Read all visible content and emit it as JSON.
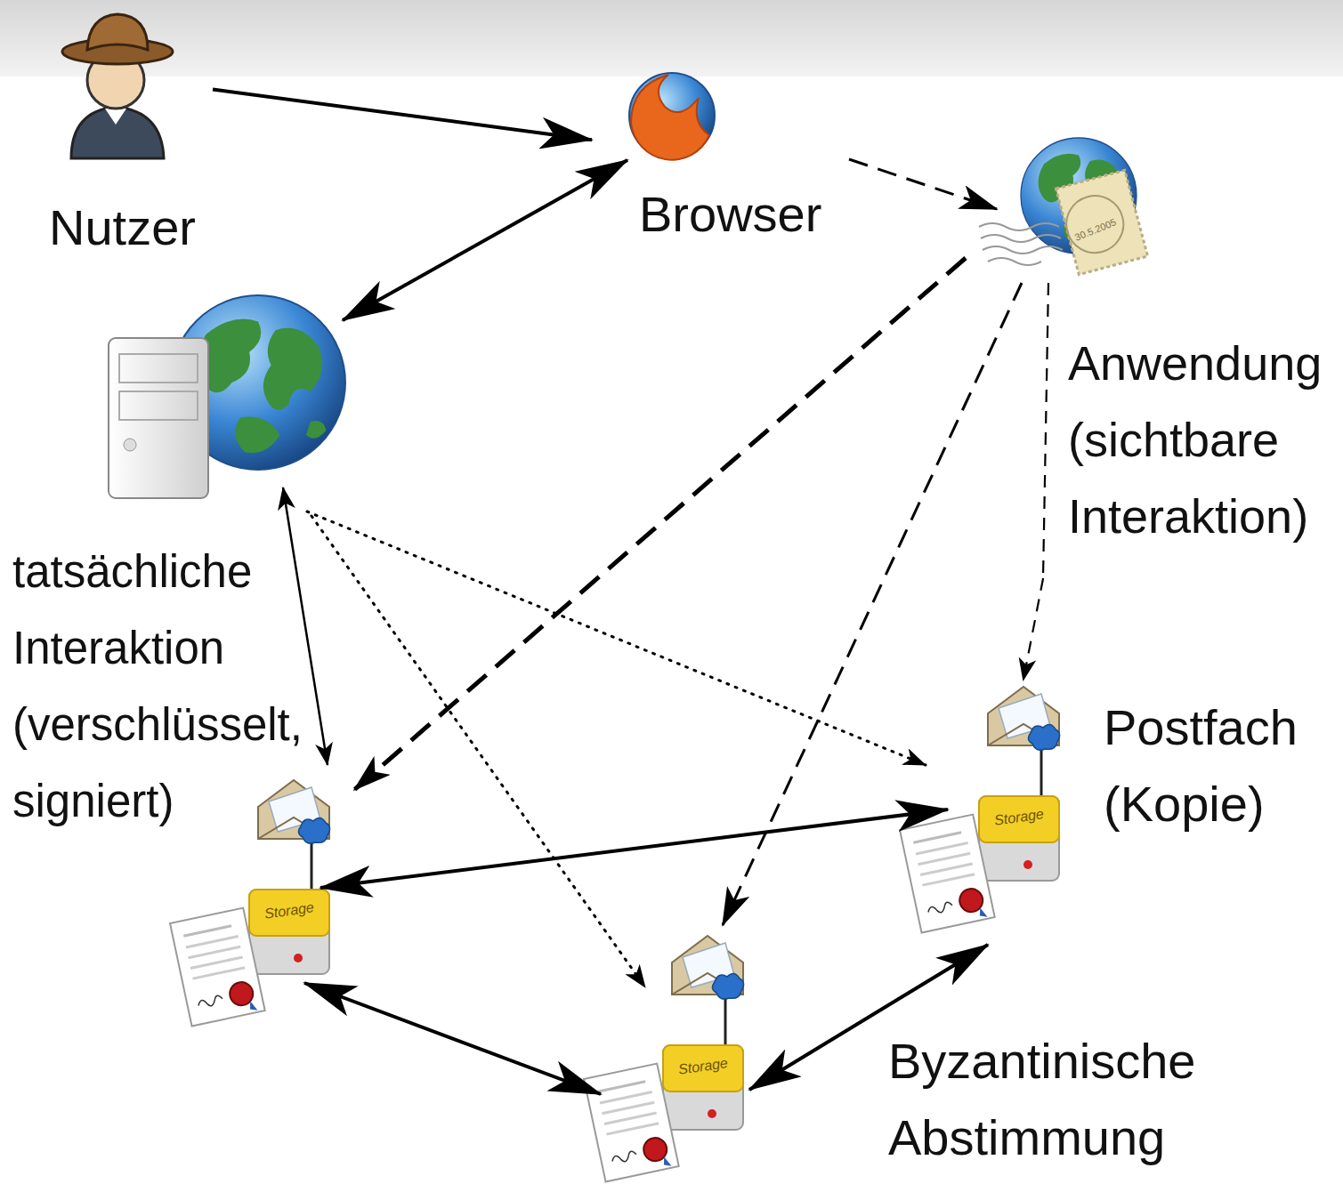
{
  "diagram": {
    "nodes": [
      {
        "text": [
          "Nutzer"
        ]
      },
      {
        "text": [
          "Browser"
        ]
      },
      {
        "text": [
          "Anwendung (sichtbare Interaktion)"
        ]
      },
      {
        "text": [
          "Postfach (Kopie)"
        ]
      }
    ],
    "edges": [
      {
        "from": 0,
        "to": 1,
        "arrow": "to"
      },
      {
        "from": 1,
        "to": 2,
        "arrow": "to"
      },
      {
        "from": 2,
        "to": 3,
        "arrow": "to"
      }
    ],
    "labels": [
      "tatsächliche Interaktion (verschlüsselt, signiert)",
      "Byzantinische Abstimmung",
      "Storage",
      "Storage",
      "Storage",
      "30.5.2005"
    ]
  }
}
